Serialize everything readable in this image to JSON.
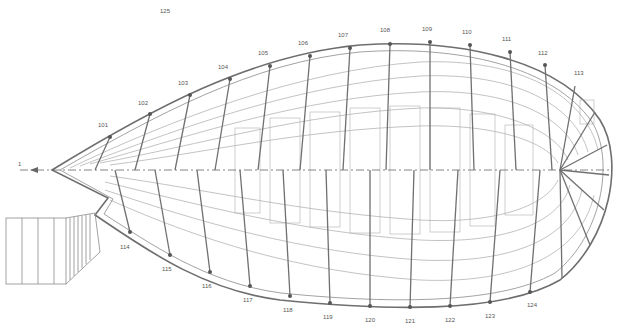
{
  "diagram": {
    "labels": [
      "1",
      "101",
      "102",
      "103",
      "104",
      "105",
      "106",
      "107",
      "108",
      "109",
      "110",
      "111",
      "112",
      "113",
      "114",
      "115",
      "116",
      "117",
      "118",
      "119",
      "120",
      "121",
      "122",
      "123",
      "124",
      "125"
    ]
  }
}
